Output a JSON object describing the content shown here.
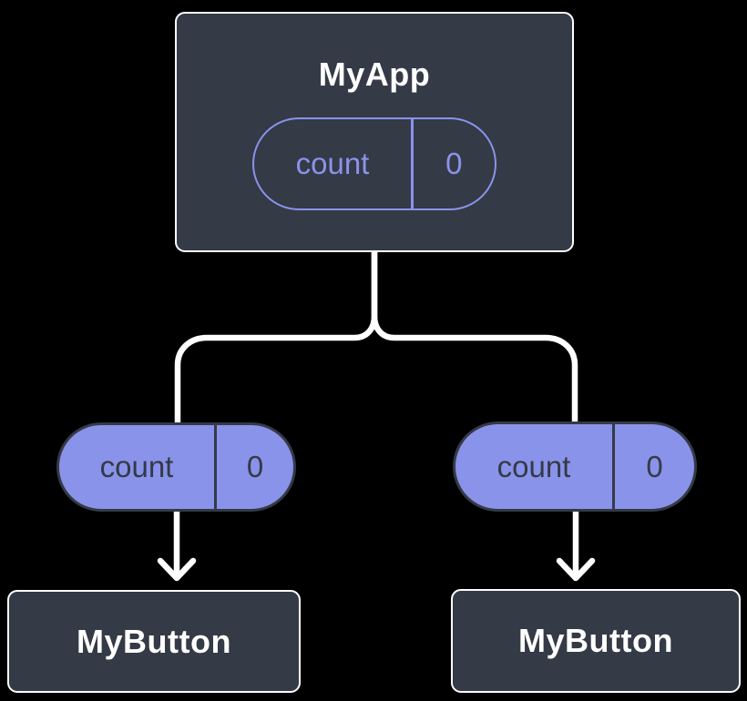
{
  "diagram": {
    "root": {
      "title": "MyApp",
      "state": {
        "name": "count",
        "value": "0"
      }
    },
    "children": [
      {
        "pill": {
          "name": "count",
          "value": "0"
        },
        "title": "MyButton"
      },
      {
        "pill": {
          "name": "count",
          "value": "0"
        },
        "title": "MyButton"
      }
    ],
    "colors": {
      "background": "#000000",
      "node_fill": "#343a46",
      "node_border": "#ffffff",
      "node_text": "#ffffff",
      "accent_purple": "#8a93ea",
      "pill_dark_text": "#343a46",
      "connector": "#ffffff"
    }
  }
}
